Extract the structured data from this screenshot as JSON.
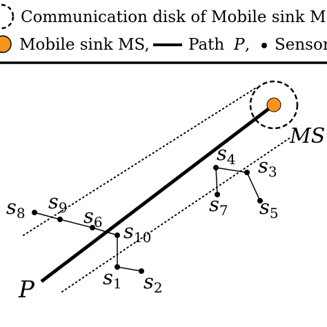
{
  "legend": {
    "disk_label": "Communication disk of Mobile sink M",
    "sink_label": "Mobile sink MS,",
    "path_label": "Path",
    "path_symbol": "P",
    "path_comma": ",",
    "sensor_label": "Sensor"
  },
  "colors": {
    "sink_fill": "#f7941d",
    "stroke": "#000000",
    "background": "#ffffff"
  },
  "diagram": {
    "path_label": "P",
    "sink_label": "MS",
    "sensors": [
      {
        "id": "s1",
        "base": "s",
        "sub": "1"
      },
      {
        "id": "s2",
        "base": "s",
        "sub": "2"
      },
      {
        "id": "s3",
        "base": "s",
        "sub": "3"
      },
      {
        "id": "s4",
        "base": "s",
        "sub": "4"
      },
      {
        "id": "s5",
        "base": "s",
        "sub": "5"
      },
      {
        "id": "s6",
        "base": "s",
        "sub": "6"
      },
      {
        "id": "s7",
        "base": "s",
        "sub": "7"
      },
      {
        "id": "s8",
        "base": "s",
        "sub": "8"
      },
      {
        "id": "s9",
        "base": "s",
        "sub": "9"
      },
      {
        "id": "s10",
        "base": "s",
        "sub": "10"
      }
    ]
  }
}
